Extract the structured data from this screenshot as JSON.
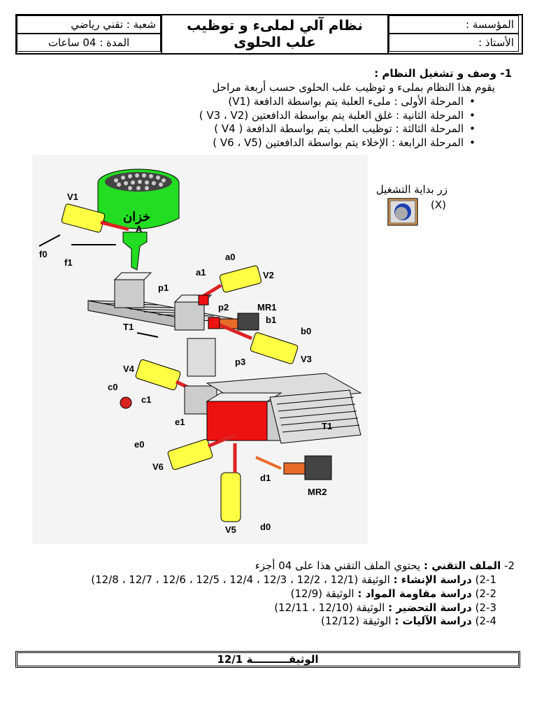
{
  "header": {
    "branch": "شعبة : تقني رياضي",
    "duration": "المدة : 04 ساعات",
    "title_line1": "نظام آلي لملىء و توظيب",
    "title_line2": "علب الحلوى",
    "institution": "المؤسسة :",
    "teacher": "الأستاذ :"
  },
  "section1": {
    "heading": "1- وصف و تشغيل النظام :",
    "intro": "يقوم هذا النظام بملىء و توظيب علب الحلوى حسب أربعة مراحل",
    "stages": [
      "المرحلة الأولى : ملىء العلبة يتم بواسطة الدافعة (V1)",
      "المرحلة الثانية : غلق العلبة يتم بواسطة الدافعتين (V3 ، V2 )",
      "المرحلة الثالثة : توظيب العلب يتم بواسطة الدافعة ( V4 )",
      "المرحلة الرابعة : الإخلاء يتم بواسطة الدافعتين (V6 ، V5 )"
    ]
  },
  "start_button": {
    "label": "زر بداية التشغيل",
    "symbol": "(X)"
  },
  "diagram": {
    "labels": {
      "tank": "خزان",
      "tank_letter": "A",
      "v1": "V1",
      "v2": "V2",
      "v3": "V3",
      "v4": "V4",
      "v5": "V5",
      "v6": "V6",
      "f0": "f0",
      "f1": "f1",
      "a0": "a0",
      "a1": "a1",
      "b0": "b0",
      "b1": "b1",
      "c0": "c0",
      "c1": "c1",
      "d0": "d0",
      "d1": "d1",
      "e0": "e0",
      "e1": "e1",
      "p1": "p1",
      "p2": "p2",
      "p3": "p3",
      "mr1": "MR1",
      "mr2": "MR2",
      "t1a": "T1",
      "t1b": "T1"
    },
    "colors": {
      "tank": "#22dd22",
      "cylinder": "#ffff44",
      "rod": "#dd2222",
      "red_block": "#ee1111",
      "motor": "#e86b2a",
      "gray": "#dcdcdc"
    }
  },
  "section2": {
    "heading_num": "2-",
    "heading_bold": "الملف التقني :",
    "heading_rest": "يحتوي الملف التقني هذا على 04 أجزء",
    "items": [
      {
        "num": "2-1)",
        "bold": "دراسة الإنشاء :",
        "rest": "الوثيقة (12/1 ، 12/2 ، 12/3 ، 12/4 ، 12/5 ، 12/6 ، 12/7 ، 12/8)"
      },
      {
        "num": "2-2)",
        "bold": "دراسة مقاومة المواد :",
        "rest": "الوثيقة (12/9)"
      },
      {
        "num": "2-3)",
        "bold": "دراسة التحضير :",
        "rest": "الوثيقة (12/10 ، 12/11)"
      },
      {
        "num": "2-4)",
        "bold": "دراسة الآليات :",
        "rest": "الوثيقة (12/12)"
      }
    ]
  },
  "footer": {
    "label": "الوثيقــــــــــة 12/1"
  }
}
